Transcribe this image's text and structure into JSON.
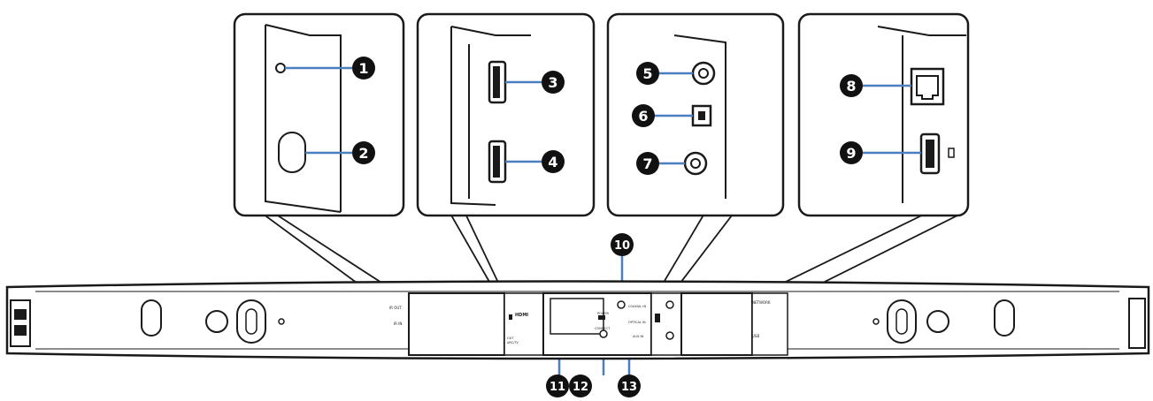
{
  "callouts": [
    {
      "number": "1",
      "glyph": "❶"
    },
    {
      "number": "2",
      "glyph": "❷"
    },
    {
      "number": "3",
      "glyph": "❸"
    },
    {
      "number": "4",
      "glyph": "❹"
    },
    {
      "number": "5",
      "glyph": "❺"
    },
    {
      "number": "6",
      "glyph": "❻"
    },
    {
      "number": "7",
      "glyph": "❼"
    },
    {
      "number": "8",
      "glyph": "❽"
    },
    {
      "number": "9",
      "glyph": "❾"
    },
    {
      "number": "10",
      "glyph": "❿"
    },
    {
      "number": "11",
      "glyph": "⓫"
    },
    {
      "number": "12",
      "glyph": "⓬"
    },
    {
      "number": "13",
      "glyph": "⓭"
    }
  ],
  "bar_labels": {
    "hdmi": "HDMI",
    "ir_out": "IR OUT",
    "ir_in": "IR IN",
    "hdmi_sub": "OUT",
    "hdmi_sub2": "ARC/TV",
    "network": "NETWORK",
    "usb": "USB",
    "coaxial": "COAXIAL IN",
    "optical": "OPTICAL IN",
    "aux": "AUX IN",
    "power": "POWER",
    "connect": "CONNECT"
  },
  "colors": {
    "leader_line": "#4a7fc0",
    "outline": "#1a1a1a",
    "badge": "#111111"
  }
}
